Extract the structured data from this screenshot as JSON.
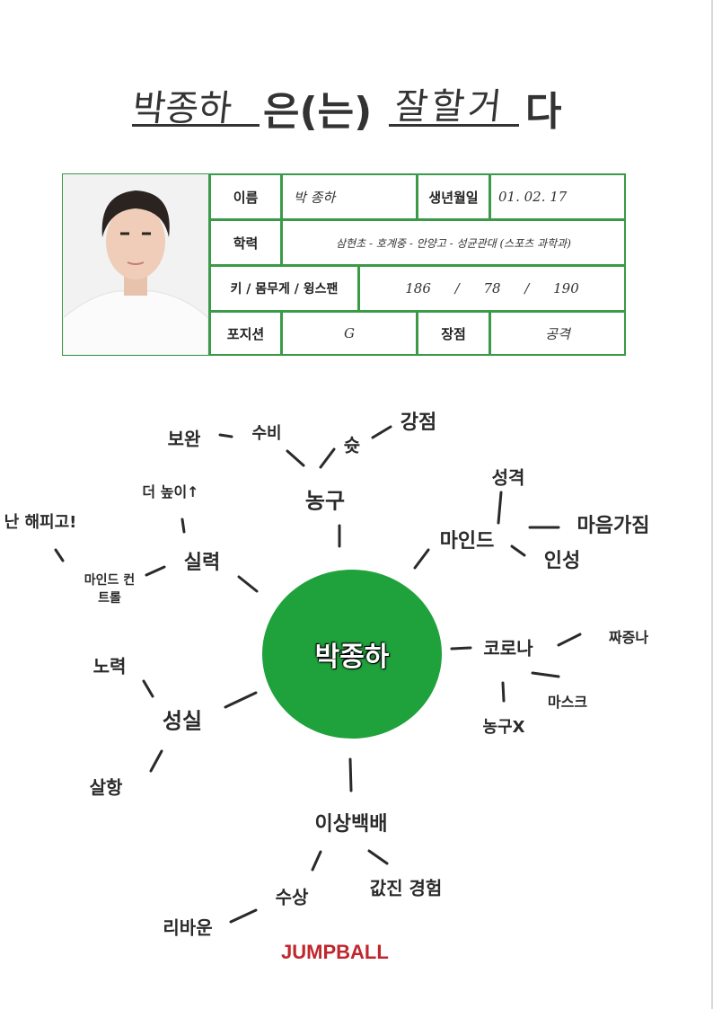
{
  "title": {
    "name": "박종하",
    "particle": "은(는)",
    "phrase": "잘할거",
    "ending": "다"
  },
  "profile": {
    "name_label": "이름",
    "name_value": "박 종하",
    "birth_label": "생년월일",
    "birth_value": "01. 02. 17",
    "education_label": "학력",
    "education_value": "삼현초 - 호계중 - 안양고 - 성균관대 (스포츠 과학과)",
    "body_label": "키 / 몸무게 / 윙스팬",
    "body_value": "186 / 78 / 190",
    "position_label": "포지션",
    "position_value": "G",
    "strength_label": "장점",
    "strength_value": "공격"
  },
  "mindmap": {
    "center": "박종하",
    "nodes": {
      "basketball": "농구",
      "improve": "보완",
      "defense": "수비",
      "shot": "슛",
      "strength": "강점",
      "skill": "실력",
      "higher": "더 높이↑",
      "nanhappygo": "난 해피고!",
      "mind_control": "마인드 컨트롤",
      "mind": "마인드",
      "personality": "성격",
      "attitude": "마음가짐",
      "character": "인성",
      "corona": "코로나",
      "annoyed": "짜증나",
      "mask": "마스크",
      "no_basketball": "농구X",
      "sincerity": "성실",
      "effort": "노력",
      "salhang": "살항",
      "cup": "이상백배",
      "award": "수상",
      "experience": "값진 경험",
      "rebound": "리바운"
    }
  },
  "footer": {
    "logo": "JUMPBALL"
  }
}
